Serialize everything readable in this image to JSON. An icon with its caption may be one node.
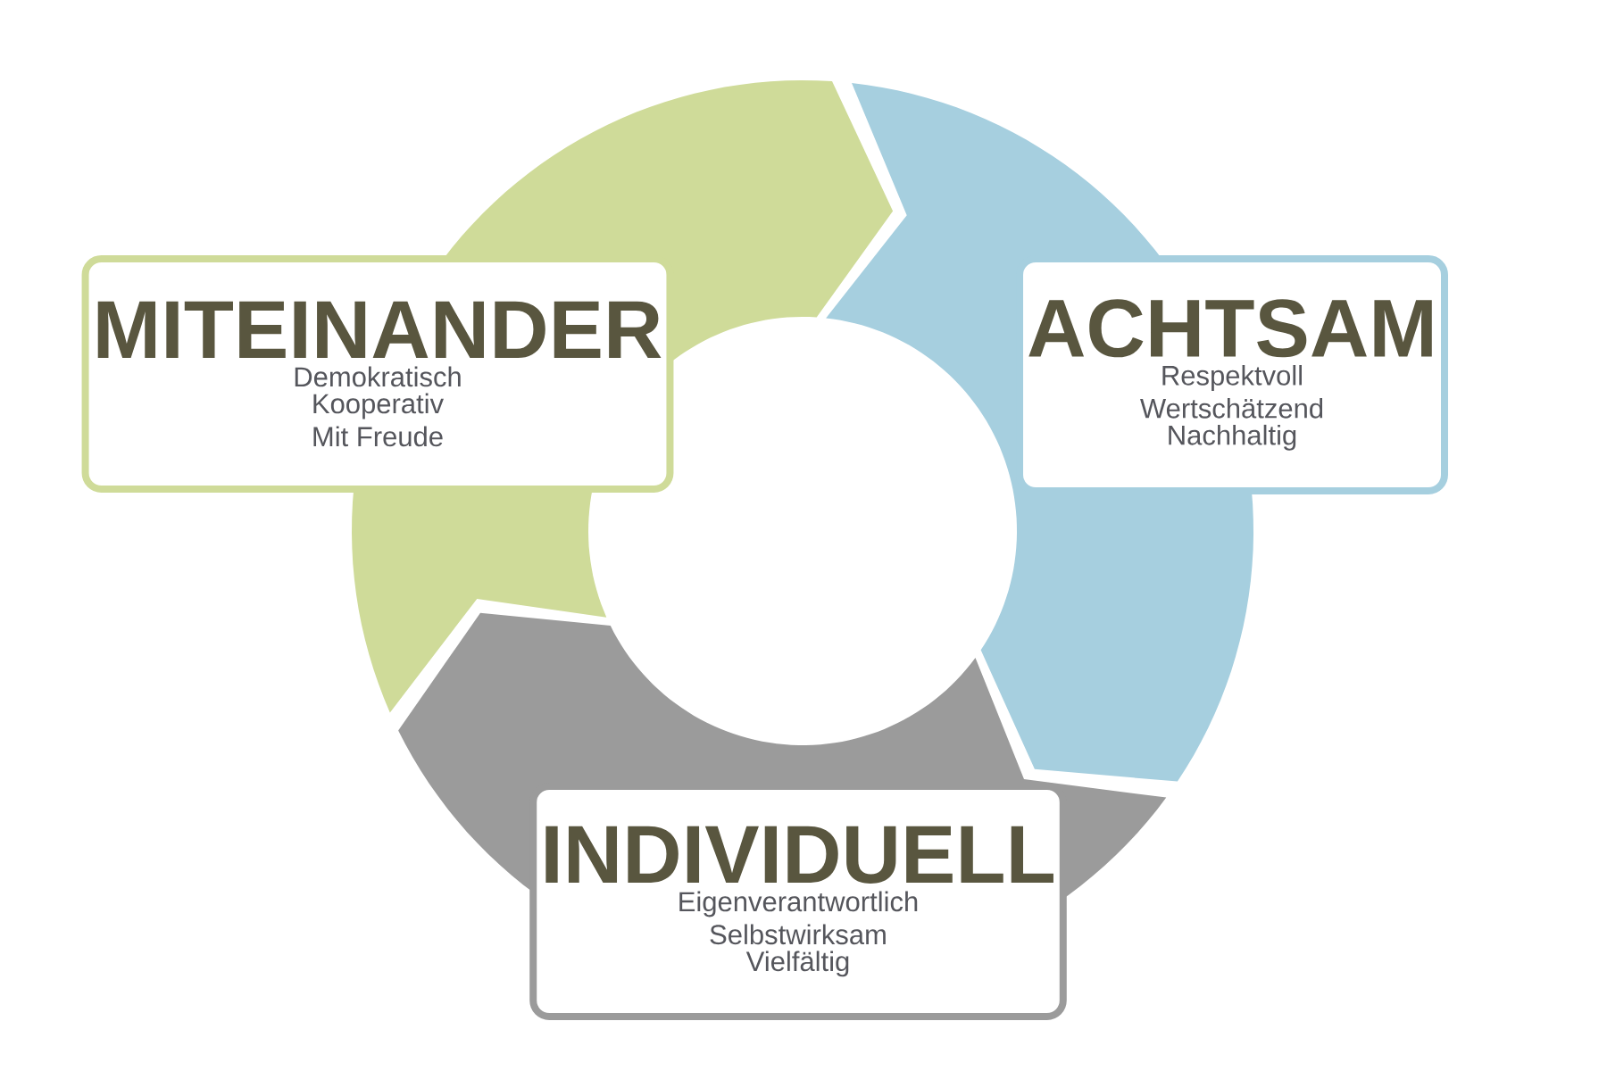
{
  "diagram": {
    "nodes": [
      {
        "text": [
          "MITEINANDER",
          "Demokratisch",
          "Kooperativ",
          "Mit Freude"
        ]
      },
      {
        "text": [
          "ACHTSAM",
          "Respektvoll",
          "Wertschätzend",
          "Nachhaltig"
        ]
      },
      {
        "text": [
          "INDIVIDUELL",
          "Eigenverantwortlich",
          "Selbstwirksam",
          "Vielfältig"
        ]
      }
    ]
  }
}
